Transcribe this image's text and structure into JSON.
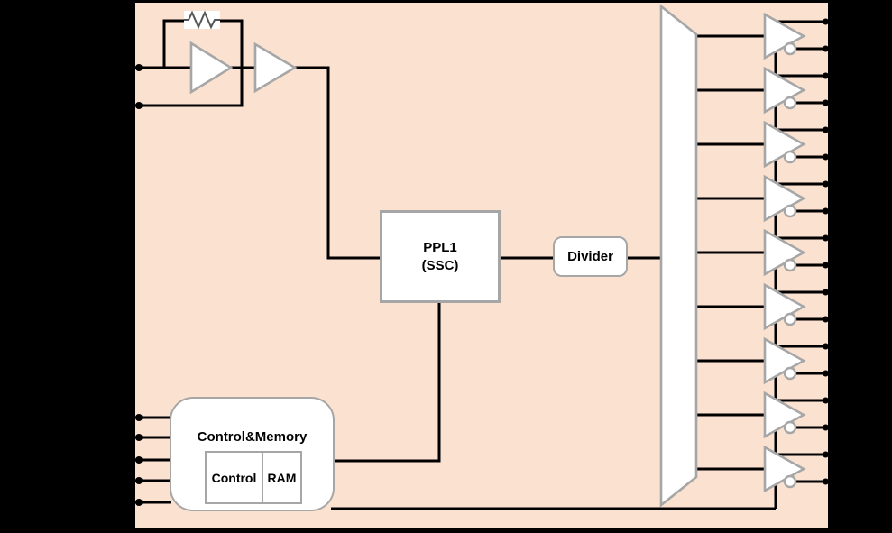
{
  "diagram": {
    "title": "clock-generator-block-diagram",
    "colors": {
      "background": "#000000",
      "chip_fill": "#fbe1cf",
      "wire": "#000000",
      "shape_border": "#a6a6a6",
      "shape_fill": "#ffffff",
      "resistor_stroke": "#555555"
    },
    "blocks": {
      "pll": {
        "line1": "PPL1",
        "line2": "(SSC)"
      },
      "divider": {
        "label": "Divider"
      },
      "control_memory": {
        "title": "Control&Memory",
        "cells": [
          {
            "label": "Control"
          },
          {
            "label": "RAM"
          }
        ]
      }
    },
    "oscillator": {
      "icons": [
        "resistor-icon",
        "oscillator-amp-icon",
        "buffer-amp-icon"
      ],
      "input_pin_count": 2
    },
    "distribution": {
      "icon": "clock-distribution-trapezoid-icon"
    },
    "outputs": {
      "buffer_count": 9,
      "pins_per_buffer": 2,
      "buffer_icon": "output-buffer-icon",
      "inverter_icon": "inverter-bubble-icon"
    },
    "control_pins": {
      "left_pin_count": 5
    }
  }
}
